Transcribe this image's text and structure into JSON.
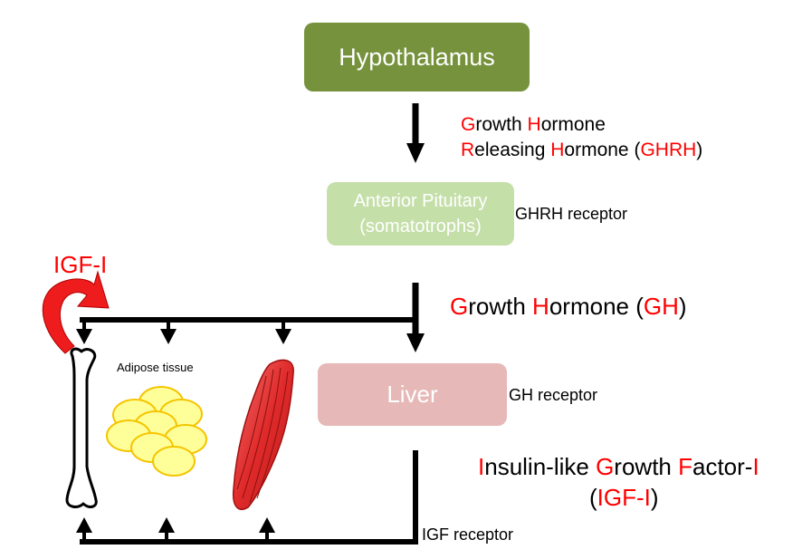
{
  "nodes": {
    "hypothalamus": "Hypothalamus",
    "pituitary_line1": "Anterior Pituitary",
    "pituitary_line2": "(somatotrophs)",
    "liver": "Liver"
  },
  "ghrh": {
    "l1a": "G",
    "l1b": "rowth ",
    "l1c": "H",
    "l1d": "ormone",
    "l2a": "R",
    "l2b": "eleasing ",
    "l2c": "H",
    "l2d": "ormone (",
    "l2e": "GHRH",
    "l2f": ")"
  },
  "gh": {
    "a": "G",
    "b": "rowth ",
    "c": "H",
    "d": "ormone (",
    "e": "GH",
    "f": ")"
  },
  "igf": {
    "a": "I",
    "b": "nsulin-like ",
    "c": "G",
    "d": "rowth ",
    "e": "F",
    "f": "actor-",
    "g": "I",
    "line2a": "(",
    "line2b": "IGF-I",
    "line2c": ")"
  },
  "receptors": {
    "ghrh": "GHRH receptor",
    "gh": "GH receptor",
    "igf": "IGF receptor"
  },
  "tissues": {
    "adipose": "Adipose tissue",
    "igf_feedback": "IGF-I"
  },
  "colors": {
    "hypothalamus": "#76923c",
    "pituitary": "#c5dfa9",
    "liver": "#e6b8b7",
    "highlight": "#ff0000",
    "adipose_fill": "#ffff99",
    "adipose_stroke": "#f5c400",
    "muscle": "#e03a3a"
  },
  "icons": [
    "bone-icon",
    "adipose-cells-icon",
    "muscle-icon",
    "curved-feedback-arrow-icon"
  ]
}
